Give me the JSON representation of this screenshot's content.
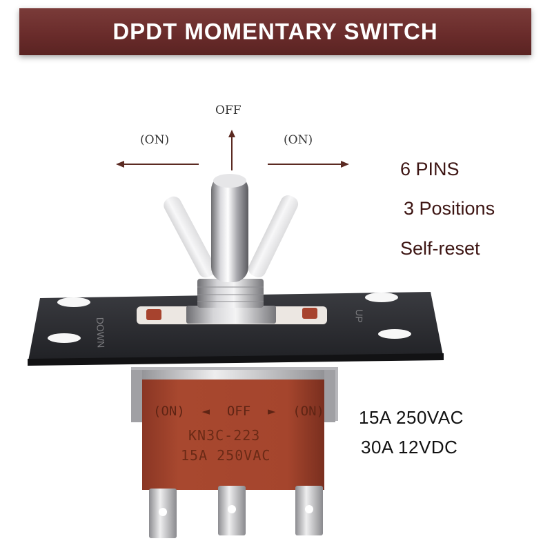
{
  "banner": {
    "title": "DPDT MOMENTARY SWITCH"
  },
  "positions": {
    "center": "OFF",
    "left": "(ON)",
    "right": "(ON)"
  },
  "specs": {
    "pins": "6 PINS",
    "positions": "3 Positions",
    "reset": "Self-reset"
  },
  "ratings": {
    "ac": "15A 250VAC",
    "dc": "30A 12VDC"
  },
  "plate": {
    "left_marking": "DOWN",
    "right_marking": "UP"
  },
  "body": {
    "pos_left": "(ON)",
    "arrow_left": "◄",
    "pos_center": "OFF",
    "arrow_right": "►",
    "pos_right": "(ON)",
    "model": "KN3C-223",
    "rating": "15A 250VAC"
  },
  "colors": {
    "banner": "#6a2c2b",
    "switch_body": "#a2452e",
    "plate": "#2c2d31",
    "spec_text": "#3d1513"
  }
}
